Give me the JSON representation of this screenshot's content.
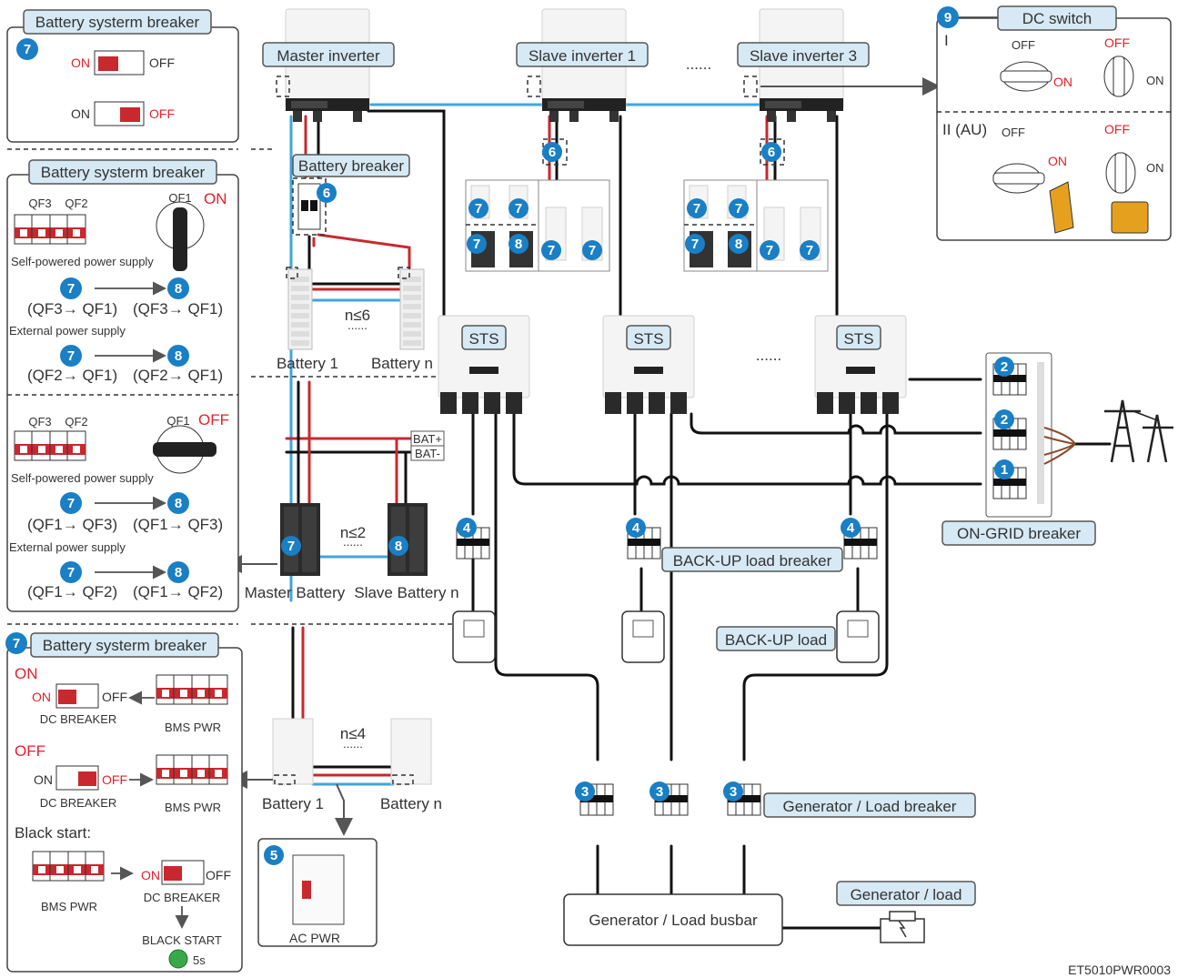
{
  "colors": {
    "accent_blue": "#1a7fc4",
    "label_fill": "#d6e9f4",
    "wire_red": "#c8282e",
    "wire_blue": "#3fa6dc",
    "wire_black": "#111111",
    "state_red": "#e3212a"
  },
  "inverters": {
    "master": "Master inverter",
    "slave1": "Slave inverter 1",
    "slave3": "Slave inverter 3",
    "ellipsis": "......"
  },
  "sts": {
    "label": "STS",
    "ellipsis": "......"
  },
  "battery_breaker": "Battery breaker",
  "lv_battery": {
    "battery1": "Battery 1",
    "batteryn": "Battery n",
    "count": "n≤6",
    "dots": "......"
  },
  "bat_terms": {
    "plus": "BAT+",
    "minus": "BAT-"
  },
  "hv_battery": {
    "master": "Master Battery",
    "slave": "Slave Battery n",
    "count": "n≤2",
    "dots": "......"
  },
  "hv2_battery": {
    "battery1": "Battery 1",
    "batteryn": "Battery n",
    "count": "n≤4",
    "dots": "......"
  },
  "panel1": {
    "title": "Battery systerm breaker",
    "badge": "7",
    "on": "ON",
    "off": "OFF"
  },
  "panel2": {
    "title": "Battery systerm breaker",
    "qf3": "QF3",
    "qf2": "QF2",
    "qf1": "QF1",
    "on": "ON",
    "off": "OFF",
    "self": "Self-powered power supply",
    "external": "External power supply",
    "s_on_a": "(QF3→ QF1)",
    "s_on_b": "(QF3→ QF1)",
    "e_on_a": "(QF2→ QF1)",
    "e_on_b": "(QF2→ QF1)",
    "s_off_a": "(QF1→ QF3)",
    "s_off_b": "(QF1→ QF3)",
    "e_off_a": "(QF1→ QF2)",
    "e_off_b": "(QF1→ QF2)",
    "b7": "7",
    "b8": "8"
  },
  "panel3": {
    "title": "Battery systerm breaker",
    "badge": "7",
    "on": "ON",
    "off": "OFF",
    "dc_breaker": "DC BREAKER",
    "bms_pwr": "BMS PWR",
    "black_start_label": "Black start:",
    "black_start": "BLACK START",
    "seconds": "5s"
  },
  "dc_switch": {
    "title": "DC switch",
    "badge": "9",
    "row1": "I",
    "row2": "II (AU)",
    "on": "ON",
    "off": "OFF"
  },
  "ac_pwr": {
    "badge": "5",
    "label": "AC PWR"
  },
  "ongrid": {
    "label": "ON-GRID breaker",
    "b1": "1",
    "b2": "2"
  },
  "backup": {
    "breaker": "BACK-UP load breaker",
    "load": "BACK-UP load",
    "badge": "4"
  },
  "generator": {
    "breaker": "Generator / Load breaker",
    "busbar": "Generator  / Load busbar",
    "load": "Generator / load",
    "badge": "3"
  },
  "badge6": "6",
  "badge7": "7",
  "badge8": "8",
  "footer_code": "ET5010PWR0003"
}
